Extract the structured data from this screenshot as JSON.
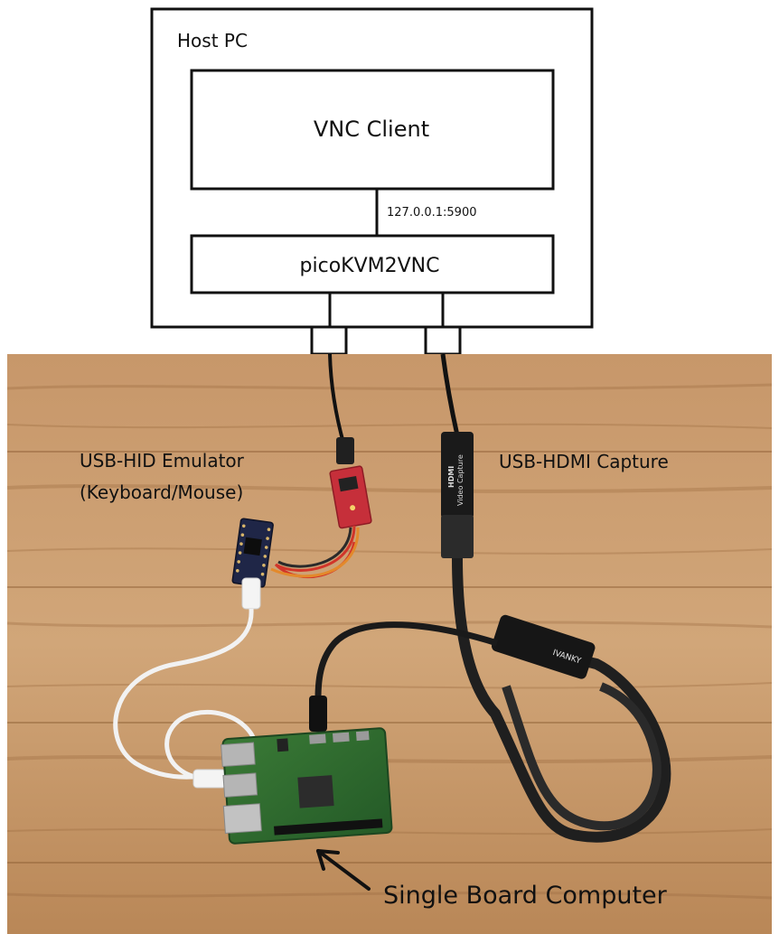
{
  "diagram": {
    "host_label": "Host PC",
    "vnc_client_label": "VNC Client",
    "address_label": "127.0.0.1:5900",
    "bridge_label": "picoKVM2VNC",
    "hid_label_line1": "USB-HID Emulator",
    "hid_label_line2": "(Keyboard/Mouse)",
    "capture_label": "USB-HDMI Capture",
    "sbc_label": "Single Board Computer"
  },
  "product_marks": {
    "capture_text": "Video Capture",
    "capture_hdmi": "HDMI",
    "capture_brand": "IVANKY"
  },
  "colors": {
    "wood_light": "#c89a68",
    "wood_dark": "#a9784b",
    "pcb_green": "#2f6b2f",
    "cable_black": "#1a1a1a",
    "cable_white": "#f2f2f2",
    "sparkfun_red": "#c62f3a",
    "pico_navy": "#1f2647"
  }
}
